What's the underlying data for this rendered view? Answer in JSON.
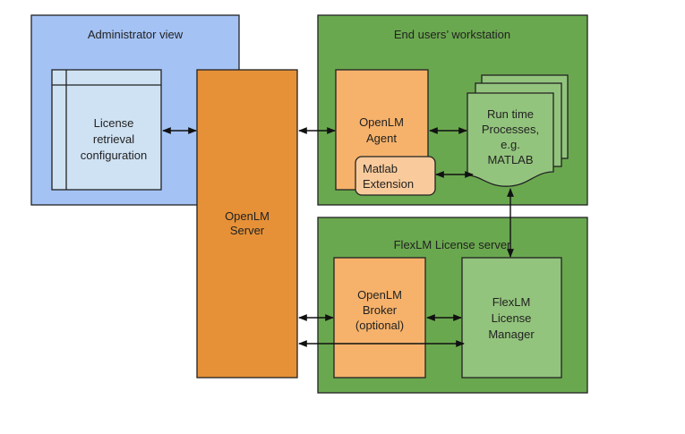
{
  "colors": {
    "admin_bg": "#a4c2f4",
    "config_bg": "#cfe2f3",
    "server_bg": "#e69138",
    "green_bg": "#6aa84f",
    "agent_bg": "#f6b26b",
    "extension_bg": "#f9cb9c",
    "light_green": "#93c47d",
    "stroke": "#222222"
  },
  "groups": {
    "admin": {
      "label": "Administrator view"
    },
    "workstation": {
      "label": "End users’ workstation"
    },
    "flexlm_server": {
      "label": "FlexLM License server"
    }
  },
  "nodes": {
    "config": {
      "lines": [
        "License",
        "retrieval",
        "configuration"
      ]
    },
    "server": {
      "lines": [
        "OpenLM",
        "Server"
      ]
    },
    "agent": {
      "lines": [
        "OpenLM",
        "Agent"
      ]
    },
    "extension": {
      "lines": [
        "Matlab",
        "Extension"
      ]
    },
    "processes": {
      "lines": [
        "Run time",
        "Processes,",
        "e.g.",
        "MATLAB"
      ]
    },
    "broker": {
      "lines": [
        "OpenLM",
        "Broker",
        "(optional)"
      ]
    },
    "manager": {
      "lines": [
        "FlexLM",
        "License",
        "Manager"
      ]
    }
  },
  "connections": [
    {
      "from": "config",
      "to": "server",
      "direction": "both"
    },
    {
      "from": "server",
      "to": "agent",
      "direction": "both"
    },
    {
      "from": "agent",
      "to": "processes",
      "direction": "both"
    },
    {
      "from": "extension",
      "to": "processes",
      "direction": "both"
    },
    {
      "from": "processes",
      "to": "manager",
      "direction": "both"
    },
    {
      "from": "server",
      "to": "broker",
      "direction": "both"
    },
    {
      "from": "broker",
      "to": "manager",
      "direction": "both"
    },
    {
      "from": "server",
      "to": "manager",
      "direction": "both"
    }
  ]
}
